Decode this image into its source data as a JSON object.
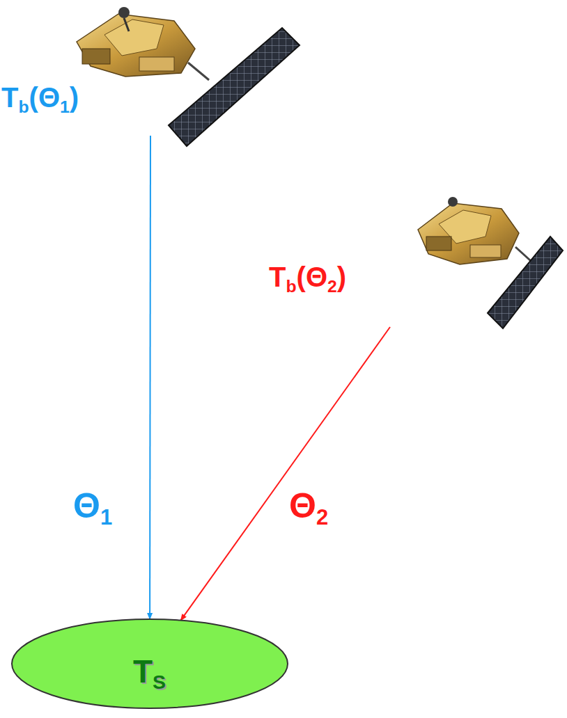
{
  "diagram": {
    "nodes": [
      {
        "text": [
          "Tb(Θ1)"
        ]
      },
      {
        "text": [
          "Tb(Θ2)"
        ]
      },
      {
        "text": [
          "TS"
        ]
      }
    ],
    "edges": [
      {
        "from": 0,
        "to": 2,
        "arrow": "to",
        "label": "Θ1"
      },
      {
        "from": 1,
        "to": 2,
        "arrow": "to",
        "label": "Θ2"
      }
    ]
  }
}
